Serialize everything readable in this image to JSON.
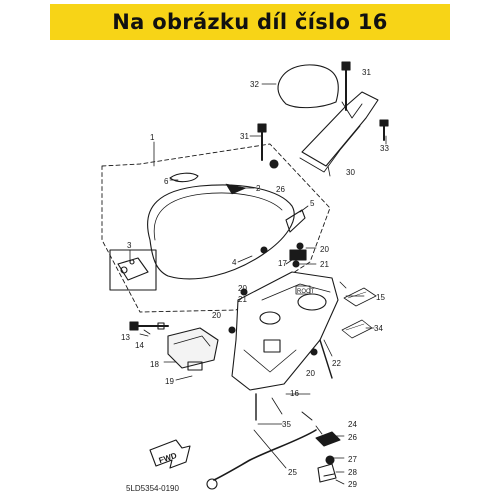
{
  "banner": {
    "title": "Na obrázku díl číslo 16"
  },
  "diagram": {
    "callouts": [
      "1",
      "2",
      "3",
      "4",
      "5",
      "6",
      "13",
      "14",
      "15",
      "16",
      "17",
      "18",
      "19",
      "20",
      "20",
      "20",
      "20",
      "21",
      "21",
      "22",
      "24",
      "25",
      "26",
      "26",
      "27",
      "28",
      "29",
      "30",
      "31",
      "31",
      "32",
      "33",
      "34",
      "35"
    ],
    "fwd_label": "FWD",
    "box_label": "ROOT",
    "drawing_code": "5LD5354-0190"
  }
}
